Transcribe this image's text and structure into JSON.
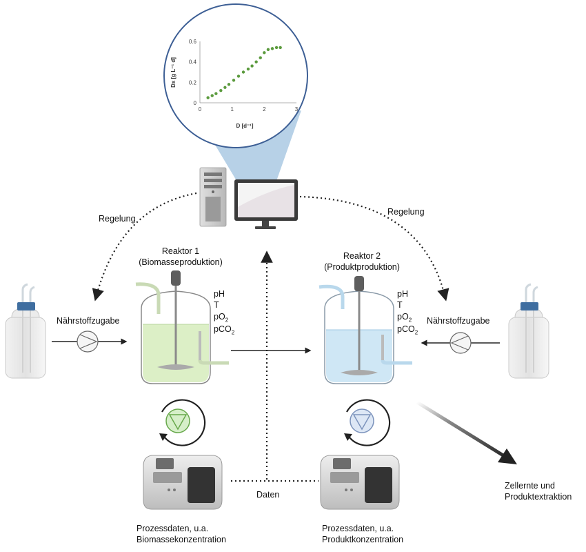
{
  "labels": {
    "regelung_left": "Regelung",
    "regelung_right": "Regelung",
    "reaktor1_title": "Reaktor 1",
    "reaktor1_sub": "(Biomasseproduktion)",
    "reaktor2_title": "Reaktor 2",
    "reaktor2_sub": "(Produktproduktion)",
    "naehrstoff_left": "Nährstoffzugabe",
    "naehrstoff_right": "Nährstoffzugabe",
    "daten": "Daten",
    "prozess1_line1": "Prozessdaten, u.a.",
    "prozess1_line2": "Biomassekonzentration",
    "prozess2_line1": "Prozessdaten, u.a.",
    "prozess2_line2": "Produktkonzentration",
    "zellernte_line1": "Zellernte und",
    "zellernte_line2": "Produktextraktion"
  },
  "params": {
    "ph": "pH",
    "t": "T",
    "po2_base": "pO",
    "po2_sub": "2",
    "pco2_base": "pCO",
    "pco2_sub": "2"
  },
  "chart_data": {
    "type": "scatter",
    "xlabel": "D [d⁻¹]",
    "ylabel": "Dx [g L⁻¹ d]",
    "xlim": [
      0,
      3
    ],
    "ylim": [
      0,
      0.6
    ],
    "xticks": [
      "0",
      "1",
      "2",
      "3"
    ],
    "yticks": [
      "0",
      "0.2",
      "0.4",
      "0.6"
    ],
    "grid": false,
    "color": "#5a9a3c",
    "points": [
      {
        "x": 0.25,
        "y": 0.05
      },
      {
        "x": 0.38,
        "y": 0.07
      },
      {
        "x": 0.5,
        "y": 0.09
      },
      {
        "x": 0.65,
        "y": 0.12
      },
      {
        "x": 0.78,
        "y": 0.15
      },
      {
        "x": 0.9,
        "y": 0.18
      },
      {
        "x": 1.05,
        "y": 0.22
      },
      {
        "x": 1.2,
        "y": 0.26
      },
      {
        "x": 1.35,
        "y": 0.3
      },
      {
        "x": 1.5,
        "y": 0.33
      },
      {
        "x": 1.62,
        "y": 0.36
      },
      {
        "x": 1.75,
        "y": 0.4
      },
      {
        "x": 1.88,
        "y": 0.44
      },
      {
        "x": 2.0,
        "y": 0.49
      },
      {
        "x": 2.12,
        "y": 0.52
      },
      {
        "x": 2.25,
        "y": 0.53
      },
      {
        "x": 2.38,
        "y": 0.54
      },
      {
        "x": 2.5,
        "y": 0.54
      }
    ]
  },
  "colors": {
    "reactor1_fill": "#dcefc6",
    "reactor2_fill": "#cfe7f5",
    "chart_circle_border": "#3d5f95",
    "zoom_beam": "#9fc2df",
    "connector": "#222222"
  }
}
